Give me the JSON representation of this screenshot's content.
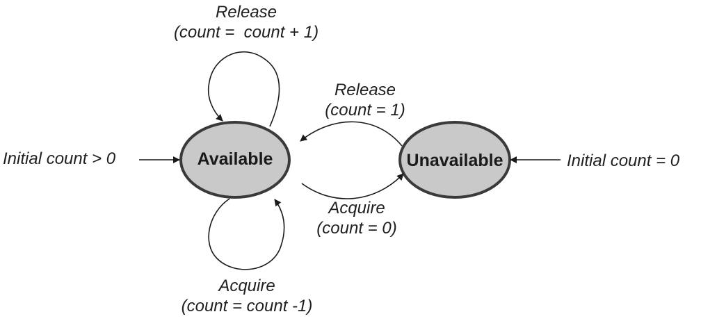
{
  "colors": {
    "state_fill": "#c9c9c9",
    "state_stroke": "#3a3a3a",
    "line": "#1a1a1a",
    "text": "#1f1f1f"
  },
  "states": {
    "available": "Available",
    "unavailable": "Unavailable"
  },
  "transitions": {
    "release_self": {
      "line1": "Release",
      "line2": "(count =  count + 1)"
    },
    "release_to_available": {
      "line1": "Release",
      "line2": "(count = 1)"
    },
    "acquire_to_unavailable": {
      "line1": "Acquire",
      "line2": "(count = 0)"
    },
    "acquire_self": {
      "line1": "Acquire",
      "line2": "(count = count -1)"
    }
  },
  "initial": {
    "available": "Initial count > 0",
    "unavailable": "Initial count = 0"
  }
}
